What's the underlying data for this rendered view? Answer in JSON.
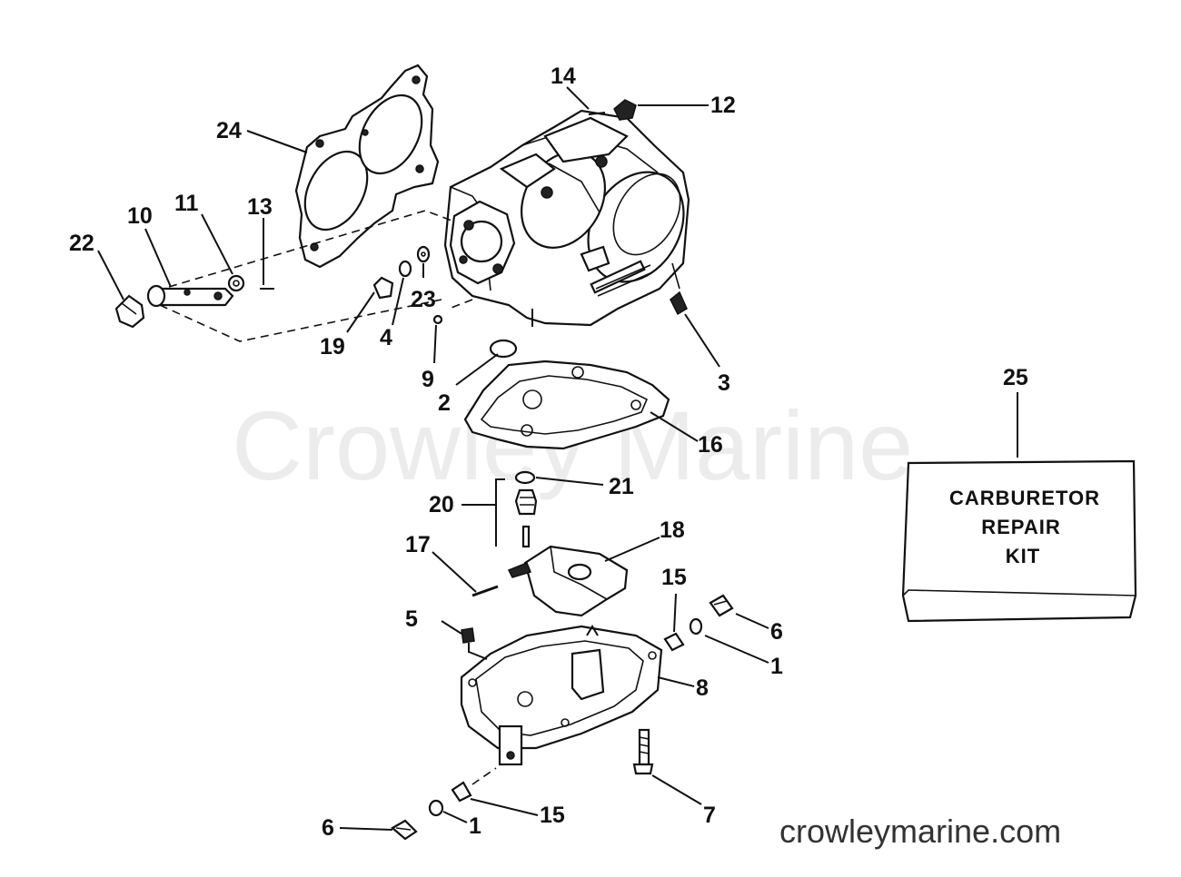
{
  "watermark": "Crowley Marine",
  "site_label": "crowleymarine.com",
  "kit_box": {
    "line1": "CARBURETOR",
    "line2": "REPAIR",
    "line3": "KIT"
  },
  "callouts": {
    "c1a": "1",
    "c1b": "1",
    "c2": "2",
    "c3": "3",
    "c4": "4",
    "c5": "5",
    "c6a": "6",
    "c6b": "6",
    "c7": "7",
    "c8": "8",
    "c9": "9",
    "c10": "10",
    "c11": "11",
    "c12": "12",
    "c13": "13",
    "c14": "14",
    "c15a": "15",
    "c15b": "15",
    "c16": "16",
    "c17": "17",
    "c18": "18",
    "c19": "19",
    "c20": "20",
    "c21": "21",
    "c22": "22",
    "c23": "23",
    "c24": "24",
    "c25": "25"
  }
}
